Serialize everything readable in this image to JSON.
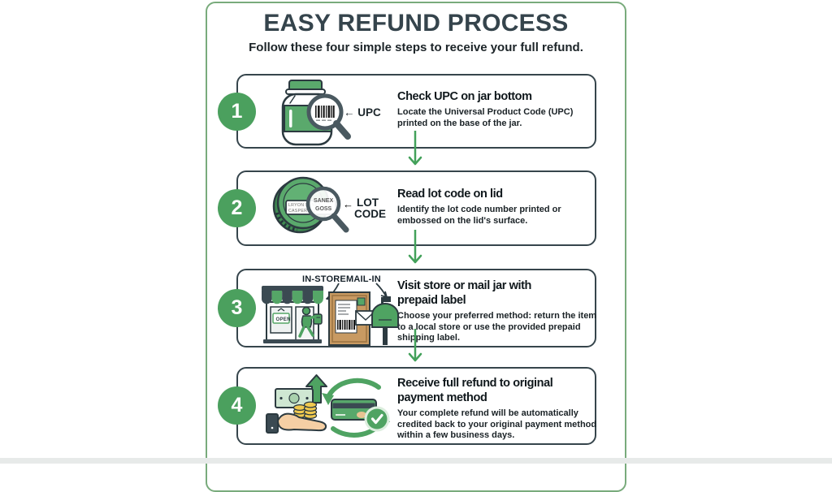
{
  "header": {
    "title": "EASY REFUND PROCESS",
    "subtitle": "Follow these four simple steps to receive your full refund."
  },
  "steps": [
    {
      "number": "1",
      "title_lines": [
        "Check UPC on jar bottom"
      ],
      "desc_lines": [
        "Locate the Universal Product Code (UPC)",
        "printed on the base of the jar."
      ],
      "callout": "← UPC"
    },
    {
      "number": "2",
      "title_lines": [
        "Read lot code on lid"
      ],
      "desc_lines": [
        "Identify the lot code number printed or",
        "embossed on the lid's surface."
      ],
      "callout_arrow": "←",
      "callout_line1": "LOT",
      "callout_line2": "CODE",
      "lid_text_line1": "LRYON SANEX",
      "lid_text_line2": "CASPER GOSS",
      "magnified_text_line1": "SANEX",
      "magnified_text_line2": "GOSS"
    },
    {
      "number": "3",
      "title_lines": [
        "Visit store or mail jar with",
        "prepaid label"
      ],
      "desc_lines": [
        "Choose your preferred method: return the item",
        "to a local store or use the provided prepaid",
        "shipping label."
      ],
      "label_in_store": "IN-STORE",
      "label_mail_in": "MAIL-IN",
      "open_sign": "OPEN"
    },
    {
      "number": "4",
      "title_lines": [
        "Receive full refund to original",
        "payment method"
      ],
      "desc_lines": [
        "Your complete refund will be automatically",
        "credited back to your original payment method",
        "within a few business days."
      ]
    }
  ],
  "colors": {
    "primary_green": "#4FA362",
    "frame_green": "#79AB7C",
    "outline_dark": "#36454C",
    "title_text": "#35444C",
    "body_text": "#1C2428",
    "coin_gold": "#F0C94F",
    "parcel_tan": "#C89A62",
    "hand_skin": "#F5CFA4"
  }
}
